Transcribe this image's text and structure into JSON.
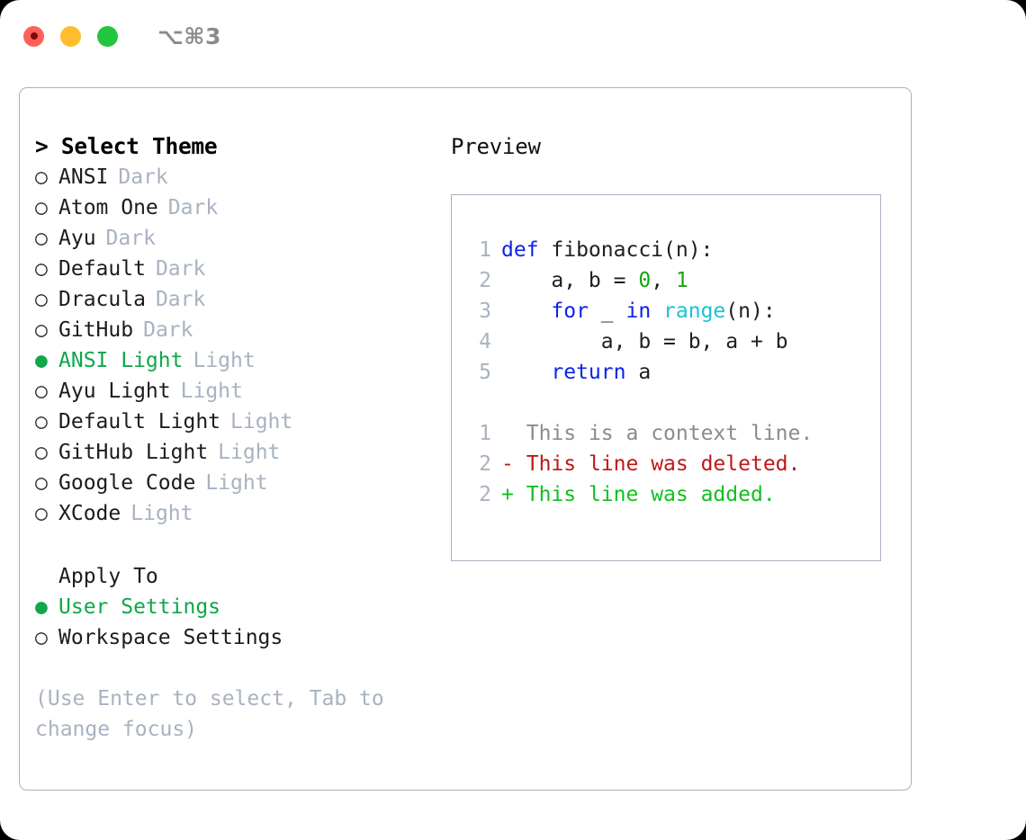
{
  "titlebar": {
    "shortcut": "⌥⌘3",
    "buttons": [
      {
        "name": "close",
        "label": "close"
      },
      {
        "name": "minimize",
        "label": "minimize"
      },
      {
        "name": "zoom",
        "label": "zoom"
      }
    ]
  },
  "theme_section": {
    "heading": "> Select Theme",
    "items": [
      {
        "marker": "○",
        "name": "ANSI",
        "kind": "Dark",
        "selected": false
      },
      {
        "marker": "○",
        "name": "Atom One",
        "kind": "Dark",
        "selected": false
      },
      {
        "marker": "○",
        "name": "Ayu",
        "kind": "Dark",
        "selected": false
      },
      {
        "marker": "○",
        "name": "Default",
        "kind": "Dark",
        "selected": false
      },
      {
        "marker": "○",
        "name": "Dracula",
        "kind": "Dark",
        "selected": false
      },
      {
        "marker": "○",
        "name": "GitHub",
        "kind": "Dark",
        "selected": false
      },
      {
        "marker": "●",
        "name": "ANSI Light",
        "kind": "Light",
        "selected": true
      },
      {
        "marker": "○",
        "name": "Ayu Light",
        "kind": "Light",
        "selected": false
      },
      {
        "marker": "○",
        "name": "Default Light",
        "kind": "Light",
        "selected": false
      },
      {
        "marker": "○",
        "name": "GitHub Light",
        "kind": "Light",
        "selected": false
      },
      {
        "marker": "○",
        "name": "Google Code",
        "kind": "Light",
        "selected": false
      },
      {
        "marker": "○",
        "name": "XCode",
        "kind": "Light",
        "selected": false
      }
    ]
  },
  "apply_section": {
    "heading": "Apply To",
    "items": [
      {
        "marker": "●",
        "name": "User Settings",
        "selected": true
      },
      {
        "marker": "○",
        "name": "Workspace Settings",
        "selected": false
      }
    ]
  },
  "hint": "(Use Enter to select, Tab to change focus)",
  "preview": {
    "heading": "Preview",
    "code_lines": [
      {
        "num": "1",
        "tokens": [
          {
            "text": "def ",
            "type": "kw"
          },
          {
            "text": "fibonacci",
            "type": "fn"
          },
          {
            "text": "(n):",
            "type": "plain"
          }
        ]
      },
      {
        "num": "2",
        "tokens": [
          {
            "text": "    a, b = ",
            "type": "plain"
          },
          {
            "text": "0",
            "type": "num"
          },
          {
            "text": ", ",
            "type": "plain"
          },
          {
            "text": "1",
            "type": "num"
          }
        ]
      },
      {
        "num": "3",
        "tokens": [
          {
            "text": "    ",
            "type": "plain"
          },
          {
            "text": "for",
            "type": "kw"
          },
          {
            "text": " _ ",
            "type": "plain"
          },
          {
            "text": "in",
            "type": "kw"
          },
          {
            "text": " ",
            "type": "plain"
          },
          {
            "text": "range",
            "type": "call"
          },
          {
            "text": "(n):",
            "type": "plain"
          }
        ]
      },
      {
        "num": "4",
        "tokens": [
          {
            "text": "        a, b = b, a + b",
            "type": "plain"
          }
        ]
      },
      {
        "num": "5",
        "tokens": [
          {
            "text": "    ",
            "type": "plain"
          },
          {
            "text": "return",
            "type": "kw"
          },
          {
            "text": " a",
            "type": "plain"
          }
        ]
      }
    ],
    "diff_lines": [
      {
        "num": "1",
        "sign": " ",
        "text": "This is a context line.",
        "kind": "ctx"
      },
      {
        "num": "2",
        "sign": "-",
        "text": "This line was deleted.",
        "kind": "del"
      },
      {
        "num": "2",
        "sign": "+",
        "text": "This line was added.",
        "kind": "add"
      }
    ]
  },
  "colors": {
    "accent_green": "#10a64a",
    "muted": "#a8b2c1",
    "keyword_blue": "#0b23e8",
    "call_cyan": "#17c4d4",
    "number_green": "#16a40f",
    "diff_delete_red": "#c01717",
    "diff_add_green": "#10c020",
    "border": "#a8b2c1"
  }
}
